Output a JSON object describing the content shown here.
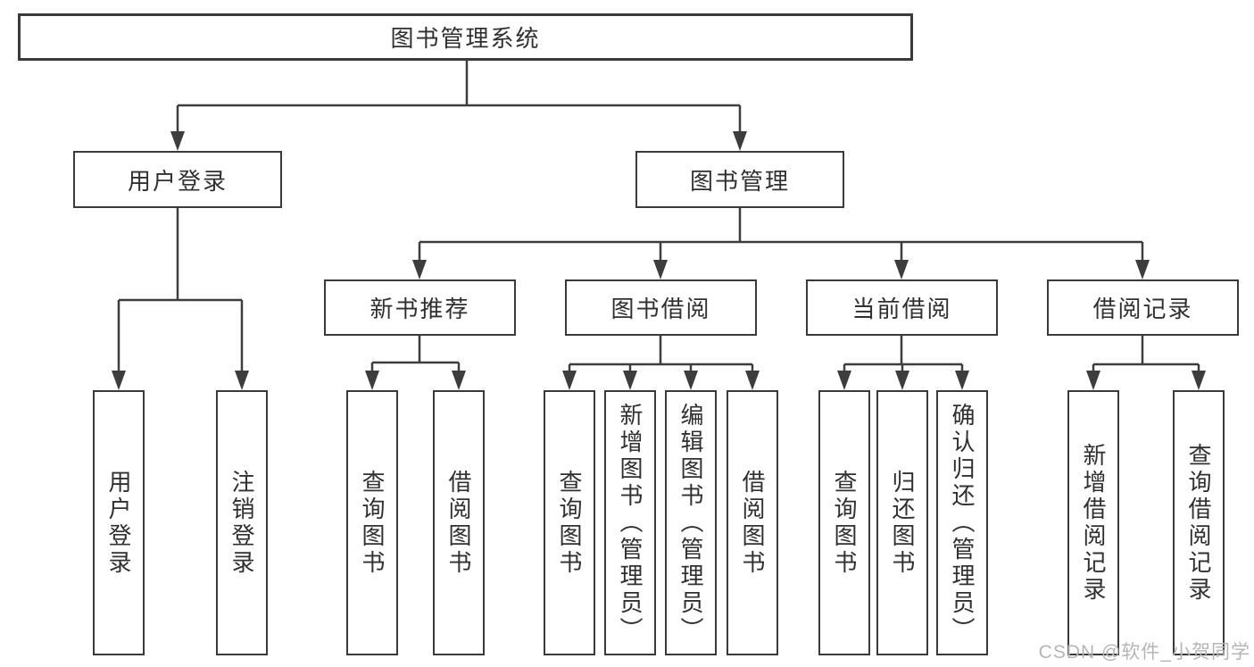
{
  "colors": {
    "background": "#ffffff",
    "line": "#3d3d3d",
    "box_border": "#3a3a3a",
    "box_fill": "#ffffff",
    "text": "#303030",
    "watermark": "#b5b5b5"
  },
  "diagram": {
    "type": "hierarchy-tree",
    "root": {
      "label": "图书管理系统"
    },
    "level2": [
      {
        "label": "用户登录"
      },
      {
        "label": "图书管理"
      }
    ],
    "level3": [
      {
        "label": "新书推荐"
      },
      {
        "label": "图书借阅"
      },
      {
        "label": "当前借阅"
      },
      {
        "label": "借阅记录"
      }
    ],
    "leaves": {
      "user_login": [
        {
          "label": "用户登录"
        },
        {
          "label": "注销登录"
        }
      ],
      "new_book_recommend": [
        {
          "label": "查询图书"
        },
        {
          "label": "借阅图书"
        }
      ],
      "book_borrow": [
        {
          "label": "查询图书"
        },
        {
          "label": "新增图书（管理员）"
        },
        {
          "label": "编辑图书（管理员）"
        },
        {
          "label": "借阅图书"
        }
      ],
      "current_borrow": [
        {
          "label": "查询图书"
        },
        {
          "label": "归还图书"
        },
        {
          "label": "确认归还（管理员）"
        }
      ],
      "borrow_records": [
        {
          "label": "新增借阅记录"
        },
        {
          "label": "查询借阅记录"
        }
      ]
    }
  },
  "watermark": {
    "text": "CSDN @软件_小贺同学"
  }
}
